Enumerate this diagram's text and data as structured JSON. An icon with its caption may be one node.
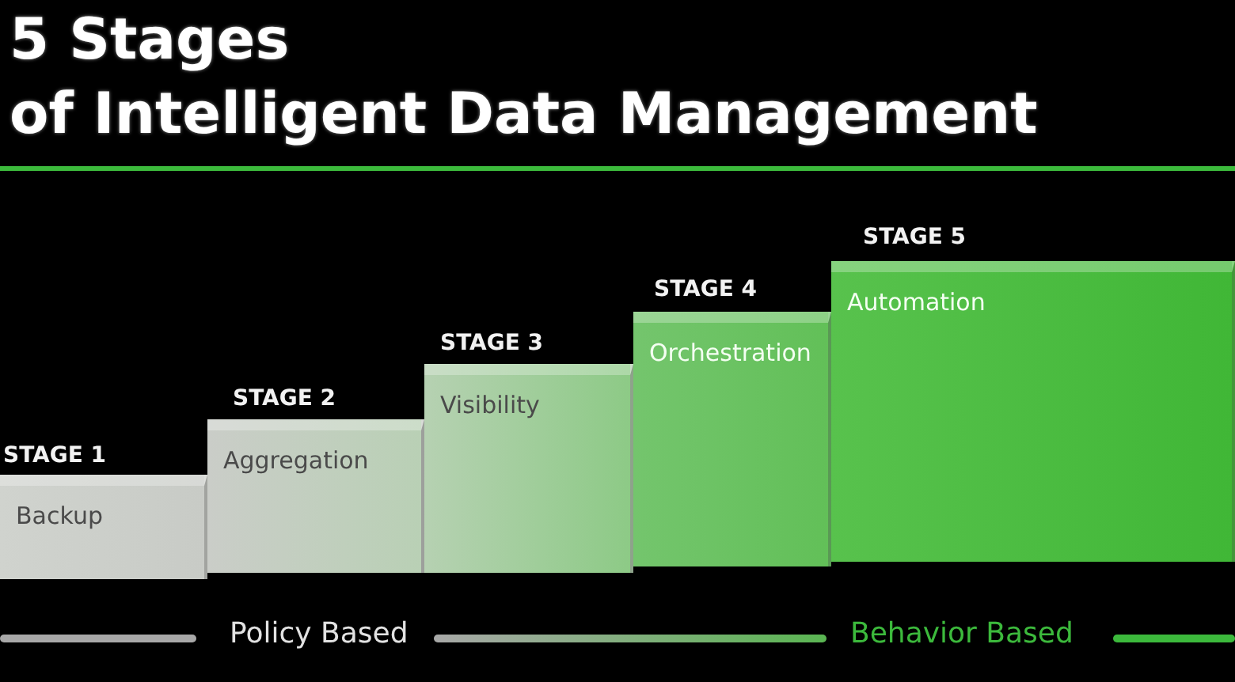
{
  "diagram": {
    "title": "5 Stages of Intelligent Data Management",
    "nodes": [
      {
        "text": [
          "STAGE 1",
          "Backup"
        ]
      },
      {
        "text": [
          "STAGE 2",
          "Aggregation"
        ]
      },
      {
        "text": [
          "STAGE 3",
          "Visibility"
        ]
      },
      {
        "text": [
          "STAGE 4",
          "Orchestration"
        ]
      },
      {
        "text": [
          "STAGE 5",
          "Automation"
        ]
      }
    ],
    "labels": [
      "Policy Based",
      "Behavior Based"
    ]
  }
}
